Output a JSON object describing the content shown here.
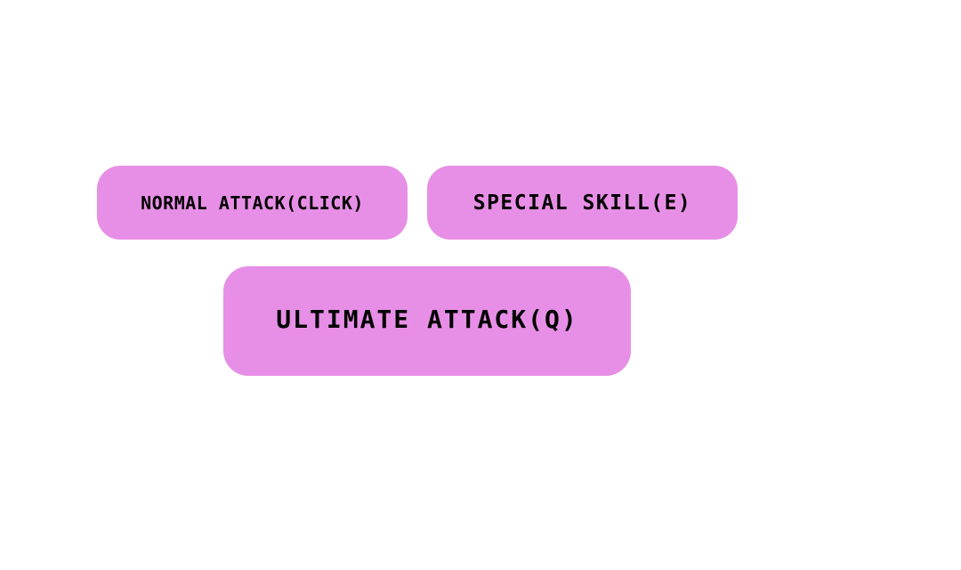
{
  "buttons": {
    "normal_attack": {
      "label": "NORMAL ATTACK(CLICK)"
    },
    "special_skill": {
      "label": "SPECIAL SKILL(E)"
    },
    "ultimate_attack": {
      "label": "ULTIMATE ATTACK(Q)"
    }
  },
  "colors": {
    "button_bg": "#e78fe6",
    "button_text": "#000000",
    "page_bg": "#ffffff"
  }
}
